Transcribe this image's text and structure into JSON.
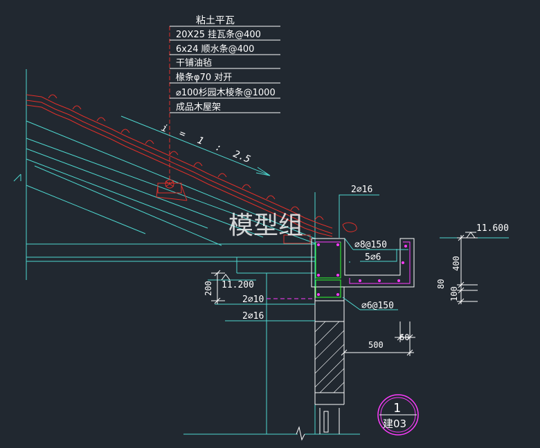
{
  "callout_layers": [
    "粘土平瓦",
    "20X25 挂瓦条@400",
    "6x24 顺水条@400",
    "干铺油毡",
    "椽条φ70 对开",
    "⌀100杉园木棱条@1000",
    "成品木屋架"
  ],
  "slope": {
    "i": "i",
    "eq": "=",
    "a": "1",
    "colon": ":",
    "b": "2.5"
  },
  "watermark": "模型组",
  "rebar": {
    "top": "2⌀16",
    "stirrup_gutter": "⌀8@150",
    "gutter_long": "5⌀6",
    "beam_left_upper": "2⌀10",
    "beam_left_lower": "2⌀16",
    "stirrup_beam": "⌀6@150"
  },
  "elevations": {
    "upper": "11.600",
    "lower": "11.200"
  },
  "dims": {
    "h400": "400",
    "h80": "80",
    "h100": "100",
    "h200": "200",
    "w500": "500",
    "w60": "60"
  },
  "detail_tag": {
    "number": "1",
    "sheet": "建03"
  },
  "colors": {
    "background": "#212830",
    "cyan": "#4fd8d0",
    "white": "#ffffff",
    "red": "#e0302a",
    "magenta": "#ff3cff",
    "green": "#30ff30"
  }
}
